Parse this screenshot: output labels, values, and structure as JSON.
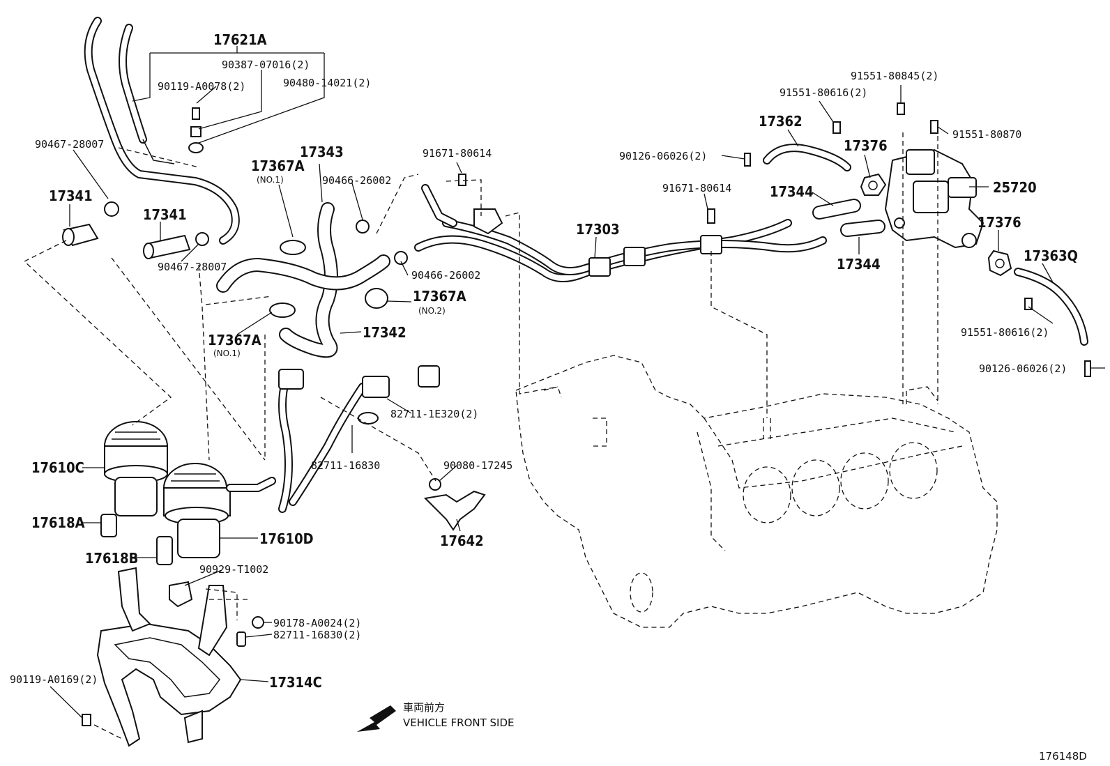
{
  "diagram_id": "176148D",
  "direction": {
    "japanese": "車両前方",
    "english": "VEHICLE FRONT SIDE"
  },
  "labels": {
    "p17621A": "17621A",
    "p90387": "90387-07016(2)",
    "p90119a": "90119-A0078(2)",
    "p90480": "90480-14021(2)",
    "p90467a": "90467-28007",
    "p17341a": "17341",
    "p17341b": "17341",
    "p90467b": "90467-28007",
    "p17343": "17343",
    "p17367A_1": "17367A",
    "p17367A_1n": "(NO.1)",
    "p90466a": "90466-26002",
    "p91671a": "91671-80614",
    "p90466b": "90466-26002",
    "p17367A_2": "17367A",
    "p17367A_2n": "(NO.2)",
    "p17367A_3": "17367A",
    "p17367A_3n": "(NO.1)",
    "p17342": "17342",
    "p17303": "17303",
    "p91671b": "91671-80614",
    "p17362": "17362",
    "p90126a": "90126-06026(2)",
    "p91551_616a": "91551-80616(2)",
    "p91551_845": "91551-80845(2)",
    "p17376a": "17376",
    "p91551_870": "91551-80870",
    "p25720": "25720",
    "p17344a": "17344",
    "p17344b": "17344",
    "p17376b": "17376",
    "p17363Q": "17363Q",
    "p91551_616b": "91551-80616(2)",
    "p90126b": "90126-06026(2)",
    "p82711_1E320": "82711-1E320(2)",
    "p82711_16830": "82711-16830",
    "p90080": "90080-17245",
    "p17642": "17642",
    "p17610C": "17610C",
    "p17618A": "17618A",
    "p17610D": "17610D",
    "p17618B": "17618B",
    "p90929": "90929-T1002",
    "p90178": "90178-A0024(2)",
    "p82711_16830b": "82711-16830(2)",
    "p17314C": "17314C",
    "p90119b": "90119-A0169(2)"
  }
}
